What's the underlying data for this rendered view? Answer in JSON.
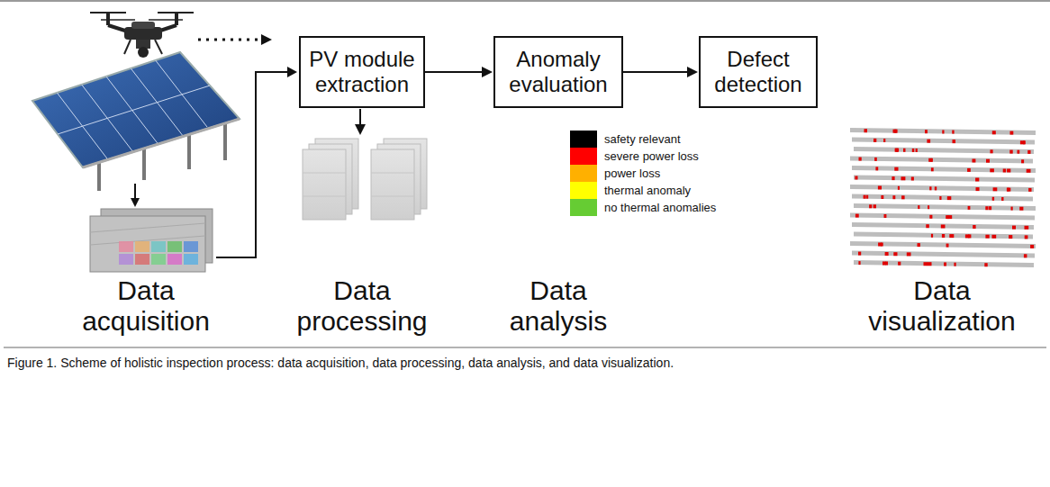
{
  "diagram": {
    "caption": "Figure 1. Scheme of holistic inspection process: data acquisition, data processing, data analysis, and data visualization.",
    "nodes": [
      {
        "text": [
          "PV module extraction"
        ]
      },
      {
        "text": [
          "Anomaly evaluation"
        ]
      },
      {
        "text": [
          "Defect detection"
        ]
      }
    ],
    "edges": [
      {
        "from": 0,
        "to": 1,
        "arrow": "to"
      },
      {
        "from": 1,
        "to": 2,
        "arrow": "to"
      }
    ],
    "labels": [
      "Data acquisition",
      "Data processing",
      "Data analysis",
      "Data visualization"
    ],
    "legend": [
      {
        "text": "safety relevant",
        "color": "#000000"
      },
      {
        "text": "severe power loss",
        "color": "#ff0000"
      },
      {
        "text": "power loss",
        "color": "#ffb000"
      },
      {
        "text": "thermal anomaly",
        "color": "#ffff00"
      },
      {
        "text": "no thermal anomalies",
        "color": "#66cc33"
      }
    ]
  }
}
